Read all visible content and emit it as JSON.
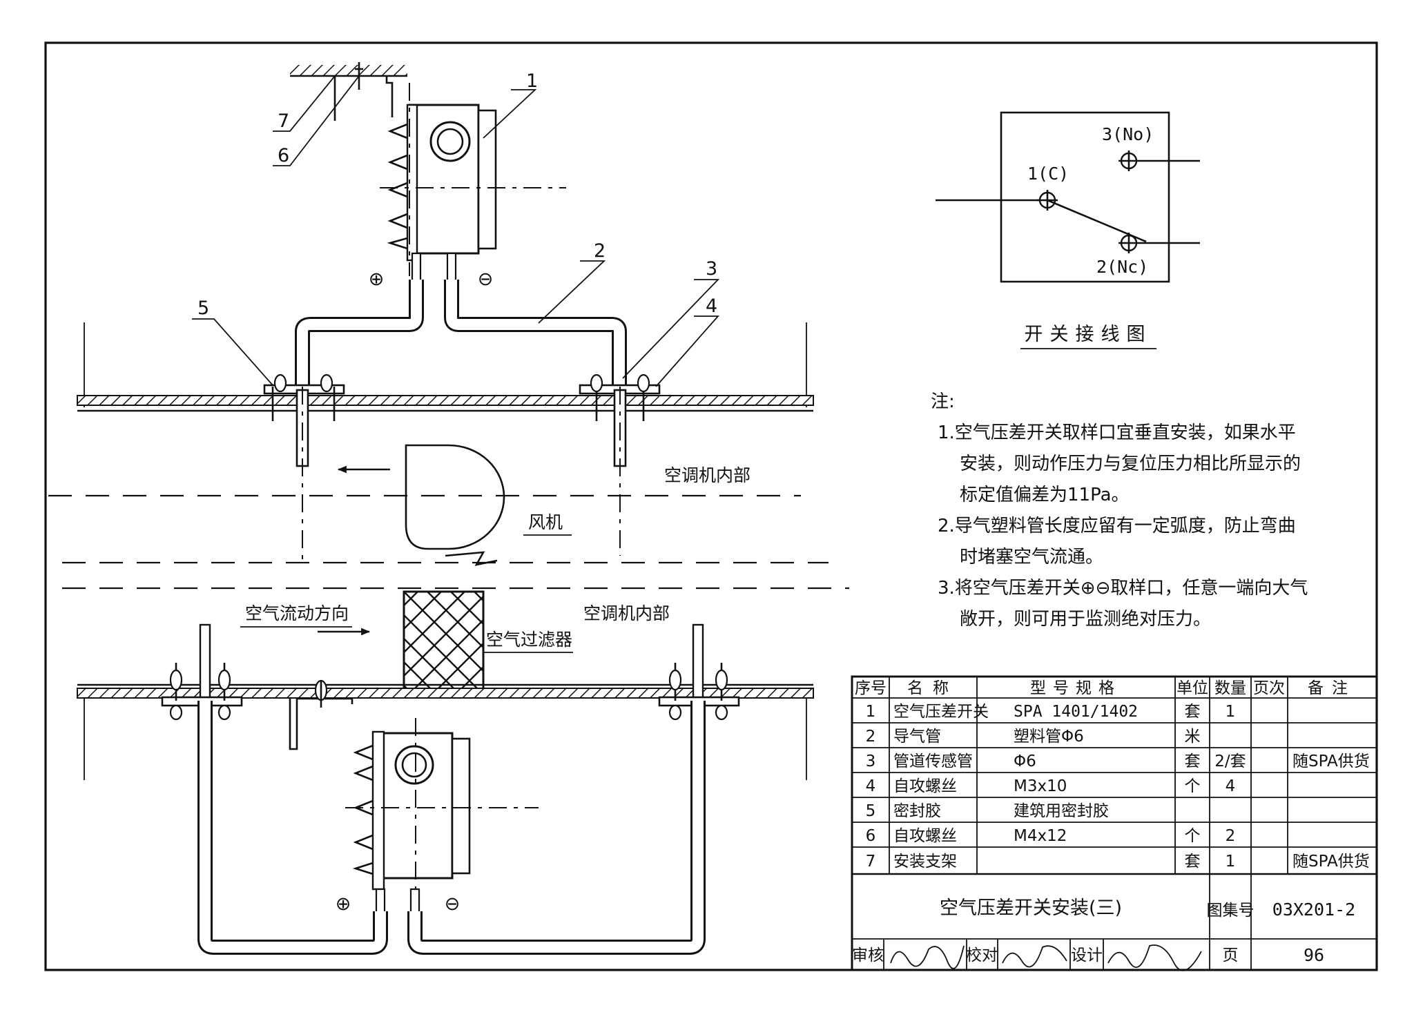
{
  "wiring_diagram": {
    "terminal_1": "1(C)",
    "terminal_2": "2(Nc)",
    "terminal_3": "3(No)",
    "caption": "开关接线图"
  },
  "notes": {
    "heading": "注:",
    "items": [
      "1.空气压差开关取样口宜垂直安装，如果水平安装，则动作压力与复位压力相比所显示的标定值偏差为11Pa。",
      "2.导气塑料管长度应留有一定弧度，防止弯曲时堵塞空气流通。",
      "3.将空气压差开关⊕⊖取样口，任意一端向大气敞开，则可用于监测绝对压力。"
    ]
  },
  "drawing": {
    "callouts": [
      "1",
      "2",
      "3",
      "4",
      "5",
      "6",
      "7"
    ],
    "plus_symbol": "⊕",
    "minus_symbol": "⊖",
    "label_ac_interior_upper": "空调机内部",
    "label_fan": "风机",
    "label_airflow": "空气流动方向",
    "label_ac_interior_lower": "空调机内部",
    "label_filter": "空气过滤器"
  },
  "parts_table": {
    "headers": [
      "序号",
      "名称",
      "型号规格",
      "单位",
      "数量",
      "页次",
      "备注"
    ],
    "rows": [
      [
        "1",
        "空气压差开关",
        "SPA 1401/1402",
        "套",
        "1",
        "",
        ""
      ],
      [
        "2",
        "导气管",
        "塑料管Φ6",
        "米",
        "",
        "",
        ""
      ],
      [
        "3",
        "管道传感管",
        "Φ6",
        "套",
        "2/套",
        "",
        "随SPA供货"
      ],
      [
        "4",
        "自攻螺丝",
        "M3x10",
        "个",
        "4",
        "",
        ""
      ],
      [
        "5",
        "密封胶",
        "建筑用密封胶",
        "",
        "",
        "",
        ""
      ],
      [
        "6",
        "自攻螺丝",
        "M4x12",
        "个",
        "2",
        "",
        ""
      ],
      [
        "7",
        "安装支架",
        "",
        "套",
        "1",
        "",
        "随SPA供货"
      ]
    ]
  },
  "title_block": {
    "title": "空气压差开关安装(三)",
    "atlas_label": "图集号",
    "atlas_number": "03X201-2",
    "review_label": "审核",
    "check_label": "校对",
    "design_label": "设计",
    "page_label": "页",
    "page_number": "96"
  }
}
